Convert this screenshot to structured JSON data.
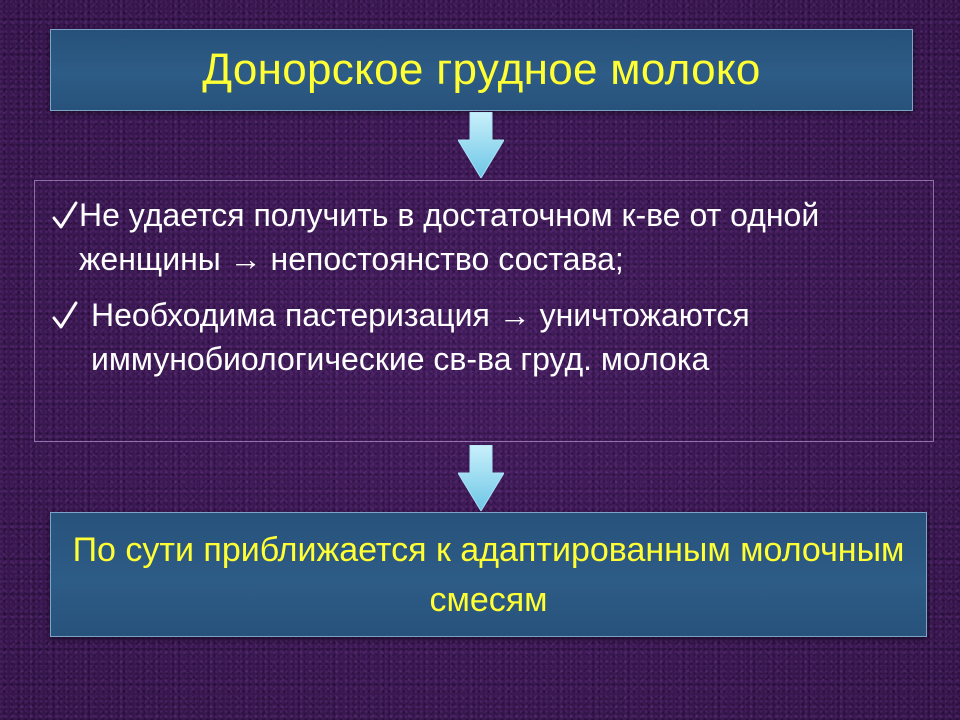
{
  "slide": {
    "title": "Донорское грудное молоко",
    "bullets": [
      {
        "text": "Не удается получить в достаточном к-ве от одной женщины → непостоянство состава;"
      },
      {
        "text": "Необходима пастеризация → уничтожаются иммунобиологические св-ва груд. молока"
      }
    ],
    "conclusion": "По сути приближается к адаптированным молочным смесям"
  },
  "colors": {
    "background": "#3d1a55",
    "box_fill": "#2d5c86",
    "title_text": "#ffff33",
    "body_text": "#ffffff",
    "arrow_fill": "#8fd8ef"
  },
  "icons": {
    "bullet_marker": "check-icon",
    "connector": "arrow-down-icon"
  }
}
